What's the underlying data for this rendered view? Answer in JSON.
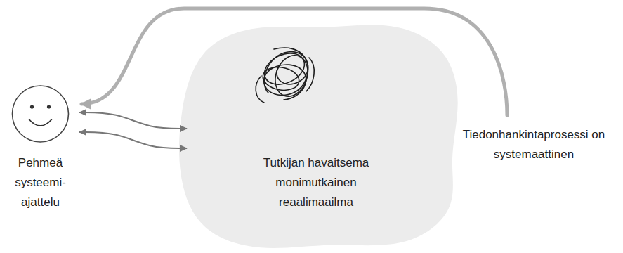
{
  "diagram": {
    "nodes": [
      {
        "text": [
          "Pehmeä systeemi-ajattelu"
        ]
      },
      {
        "text": [
          "Tutkijan havaitsema monimutkainen reaalimaailma"
        ]
      }
    ],
    "edges": [
      {
        "from": 0,
        "to": 1,
        "arrow": "both"
      },
      {
        "from": 0,
        "to": 1,
        "arrow": "both"
      }
    ],
    "labels": [
      "Tiedonhankintaprosessi on systemaattinen"
    ]
  }
}
